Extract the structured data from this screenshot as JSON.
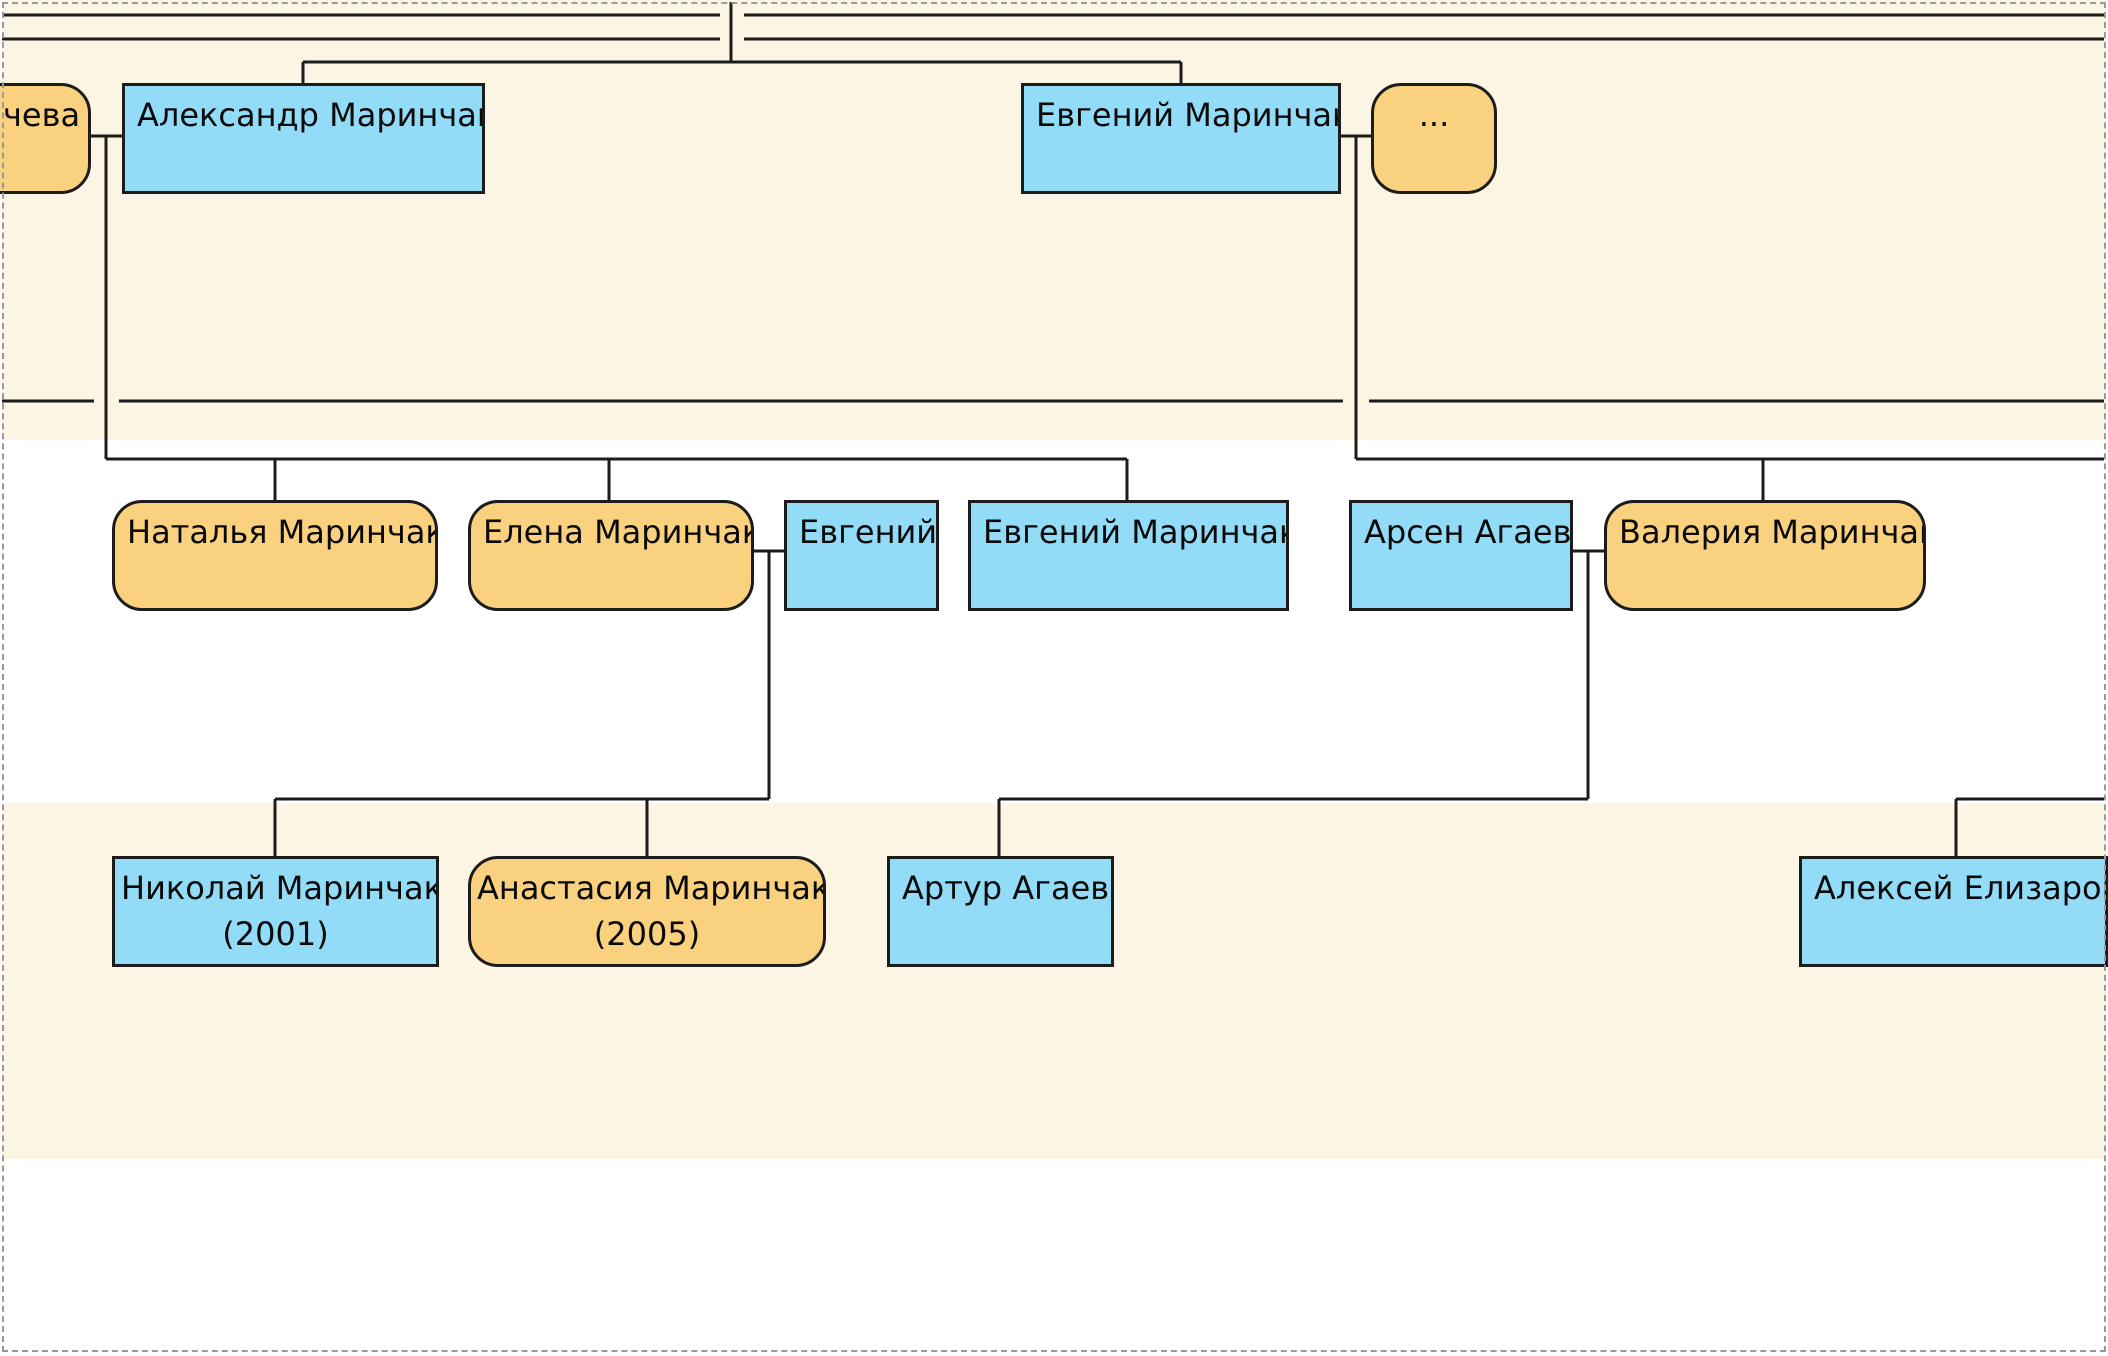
{
  "tree": {
    "colors": {
      "male": "#93dcf8",
      "female": "#fad27f",
      "band": "#fdf5e4",
      "line": "#1c1c1c"
    },
    "generation1": {
      "partial_female": {
        "label": "чева",
        "gender": "female"
      },
      "aleksandr": {
        "label": "Александр Маринчак",
        "gender": "male"
      },
      "evgeniy_sr": {
        "label": "Евгений Маринчак",
        "gender": "male"
      },
      "ellipsis_spouse": {
        "label": "...",
        "gender": "female"
      }
    },
    "generation2": {
      "natalya": {
        "label": "Наталья Маринчак",
        "gender": "female"
      },
      "elena": {
        "label": "Елена Маринчак",
        "gender": "female"
      },
      "evgeniy_spouse": {
        "label": "Евгений",
        "gender": "male"
      },
      "evgeniy_jr": {
        "label": "Евгений Маринчак",
        "gender": "male"
      },
      "arsen": {
        "label": "Арсен Агаев",
        "gender": "male"
      },
      "valeria": {
        "label": "Валерия Маринчак",
        "gender": "female"
      }
    },
    "generation3": {
      "nikolay": {
        "label": "Николай Маринчак",
        "year": "(2001)",
        "gender": "male"
      },
      "anastasia": {
        "label": "Анастасия Маринчак",
        "year": "(2005)",
        "gender": "female"
      },
      "artur": {
        "label": "Артур Агаев",
        "gender": "male"
      },
      "aleksey": {
        "label": "Алексей Елизаров",
        "gender": "male"
      }
    }
  }
}
